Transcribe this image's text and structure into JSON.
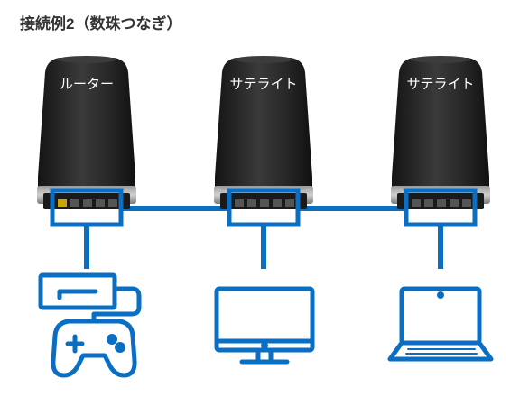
{
  "heading": "接続例2（数珠つなぎ）",
  "nodes": [
    {
      "label": "ルーター",
      "role": "router"
    },
    {
      "label": "サテライト",
      "role": "satellite"
    },
    {
      "label": "サテライト",
      "role": "satellite"
    }
  ],
  "devices": [
    {
      "icon": "game-console-icon"
    },
    {
      "icon": "desktop-monitor-icon"
    },
    {
      "icon": "laptop-icon"
    }
  ],
  "colors": {
    "accent": "#0a6fc2",
    "device_body": "#2a2a2a",
    "heading": "#333333"
  }
}
